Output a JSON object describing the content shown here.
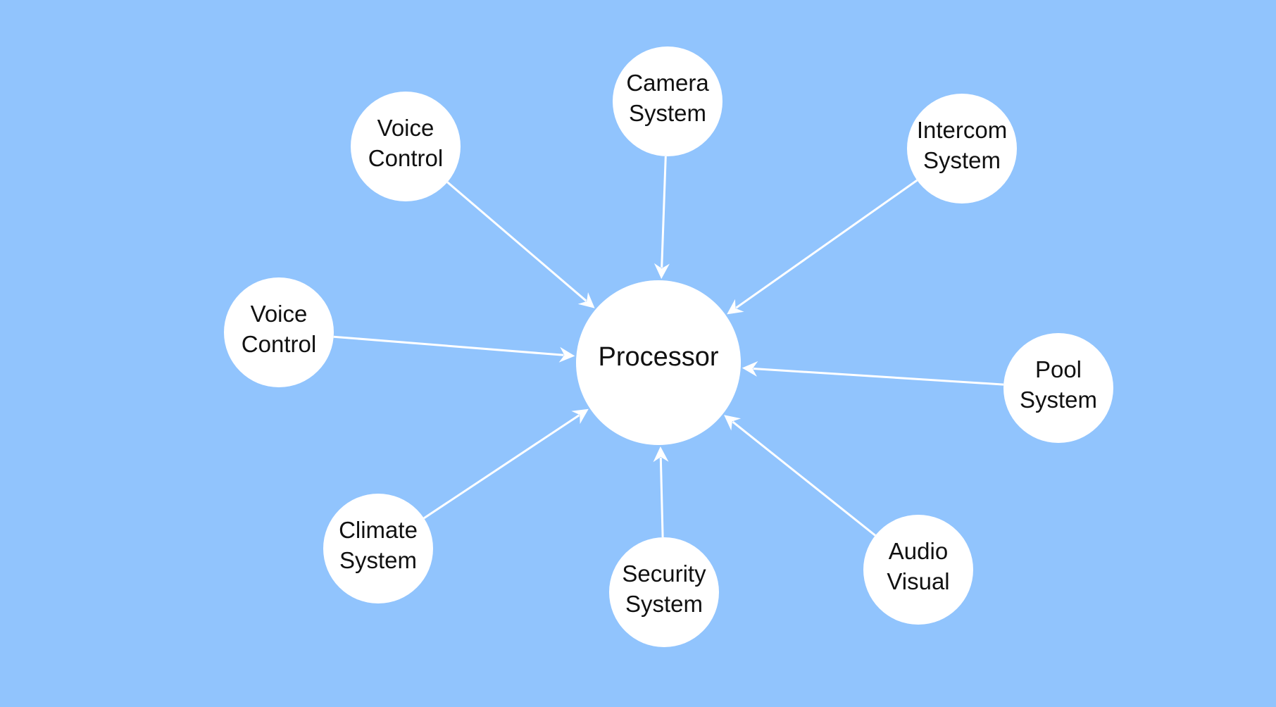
{
  "colors": {
    "background": "#91c4fd",
    "node_fill": "#ffffff",
    "edge": "#ffffff",
    "text": "#111111"
  },
  "hub": {
    "id": "processor",
    "label": "Processor"
  },
  "nodes": [
    {
      "id": "camera-system",
      "lines": [
        "Camera",
        "System"
      ]
    },
    {
      "id": "voice-control-1",
      "lines": [
        "Voice",
        "Control"
      ]
    },
    {
      "id": "intercom-system",
      "lines": [
        "Intercom",
        "System"
      ]
    },
    {
      "id": "voice-control-2",
      "lines": [
        "Voice",
        "Control"
      ]
    },
    {
      "id": "pool-system",
      "lines": [
        "Pool",
        "System"
      ]
    },
    {
      "id": "climate-system",
      "lines": [
        "Climate",
        "System"
      ]
    },
    {
      "id": "security-system",
      "lines": [
        "Security",
        "System"
      ]
    },
    {
      "id": "audio-visual",
      "lines": [
        "Audio",
        "Visual"
      ]
    }
  ],
  "edges": [
    {
      "from": "camera-system",
      "to": "processor"
    },
    {
      "from": "voice-control-1",
      "to": "processor"
    },
    {
      "from": "intercom-system",
      "to": "processor"
    },
    {
      "from": "voice-control-2",
      "to": "processor"
    },
    {
      "from": "pool-system",
      "to": "processor"
    },
    {
      "from": "climate-system",
      "to": "processor"
    },
    {
      "from": "security-system",
      "to": "processor"
    },
    {
      "from": "audio-visual",
      "to": "processor"
    }
  ]
}
